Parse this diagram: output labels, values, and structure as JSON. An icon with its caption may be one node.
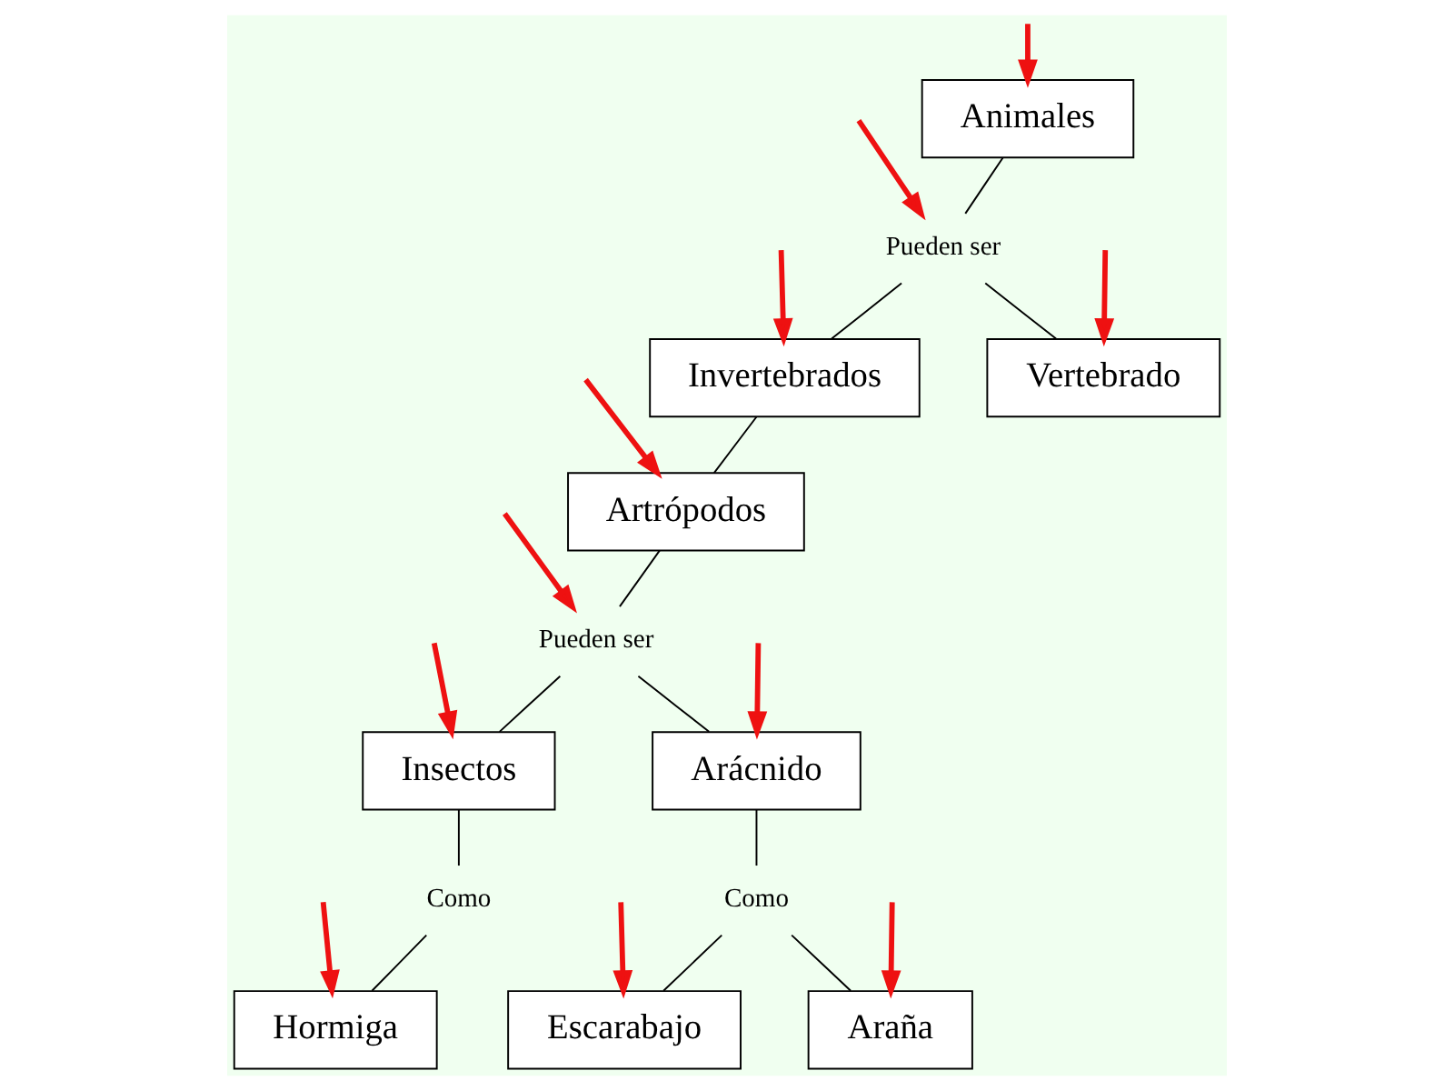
{
  "diagram": {
    "nodes": [
      {
        "text": [
          "Animales"
        ]
      },
      {
        "text": [
          "Pueden ser"
        ]
      },
      {
        "text": [
          "Invertebrados"
        ]
      },
      {
        "text": [
          "Vertebrado"
        ]
      },
      {
        "text": [
          "Artrópodos"
        ]
      },
      {
        "text": [
          "Pueden ser"
        ]
      },
      {
        "text": [
          "Insectos"
        ]
      },
      {
        "text": [
          "Arácnido"
        ]
      },
      {
        "text": [
          "Como"
        ]
      },
      {
        "text": [
          "Hormiga"
        ]
      },
      {
        "text": [
          "Como"
        ]
      },
      {
        "text": [
          "Escarabajo"
        ]
      },
      {
        "text": [
          "Araña"
        ]
      }
    ],
    "edges": [
      {
        "from": 0,
        "to": 1,
        "arrow": "none"
      },
      {
        "from": 1,
        "to": 2,
        "arrow": "none"
      },
      {
        "from": 1,
        "to": 3,
        "arrow": "none"
      },
      {
        "from": 2,
        "to": 4,
        "arrow": "none"
      },
      {
        "from": 4,
        "to": 5,
        "arrow": "none"
      },
      {
        "from": 5,
        "to": 6,
        "arrow": "none"
      },
      {
        "from": 5,
        "to": 7,
        "arrow": "none"
      },
      {
        "from": 6,
        "to": 8,
        "arrow": "none"
      },
      {
        "from": 8,
        "to": 9,
        "arrow": "none"
      },
      {
        "from": 7,
        "to": 10,
        "arrow": "none"
      },
      {
        "from": 10,
        "to": 11,
        "arrow": "none"
      },
      {
        "from": 10,
        "to": 12,
        "arrow": "none"
      },
      {
        "from": null,
        "to": 0,
        "arrow": "to",
        "style": "thick",
        "color": "#ee1111"
      },
      {
        "from": null,
        "to": 2,
        "arrow": "to",
        "style": "thick",
        "color": "#ee1111"
      },
      {
        "from": null,
        "to": 3,
        "arrow": "to",
        "style": "thick",
        "color": "#ee1111"
      },
      {
        "from": null,
        "to": 1,
        "arrow": "to",
        "style": "thick",
        "color": "#ee1111"
      },
      {
        "from": null,
        "to": 5,
        "arrow": "to",
        "style": "thick",
        "color": "#ee1111"
      },
      {
        "from": null,
        "to": 4,
        "arrow": "to",
        "style": "thick",
        "color": "#ee1111"
      },
      {
        "from": null,
        "to": 6,
        "arrow": "to",
        "style": "thick",
        "color": "#ee1111"
      },
      {
        "from": null,
        "to": 7,
        "arrow": "to",
        "style": "thick",
        "color": "#ee1111"
      },
      {
        "from": null,
        "to": 9,
        "arrow": "to",
        "style": "thick",
        "color": "#ee1111"
      },
      {
        "from": null,
        "to": 11,
        "arrow": "to",
        "style": "thick",
        "color": "#ee1111"
      },
      {
        "from": null,
        "to": 12,
        "arrow": "to",
        "style": "thick",
        "color": "#ee1111"
      }
    ]
  }
}
